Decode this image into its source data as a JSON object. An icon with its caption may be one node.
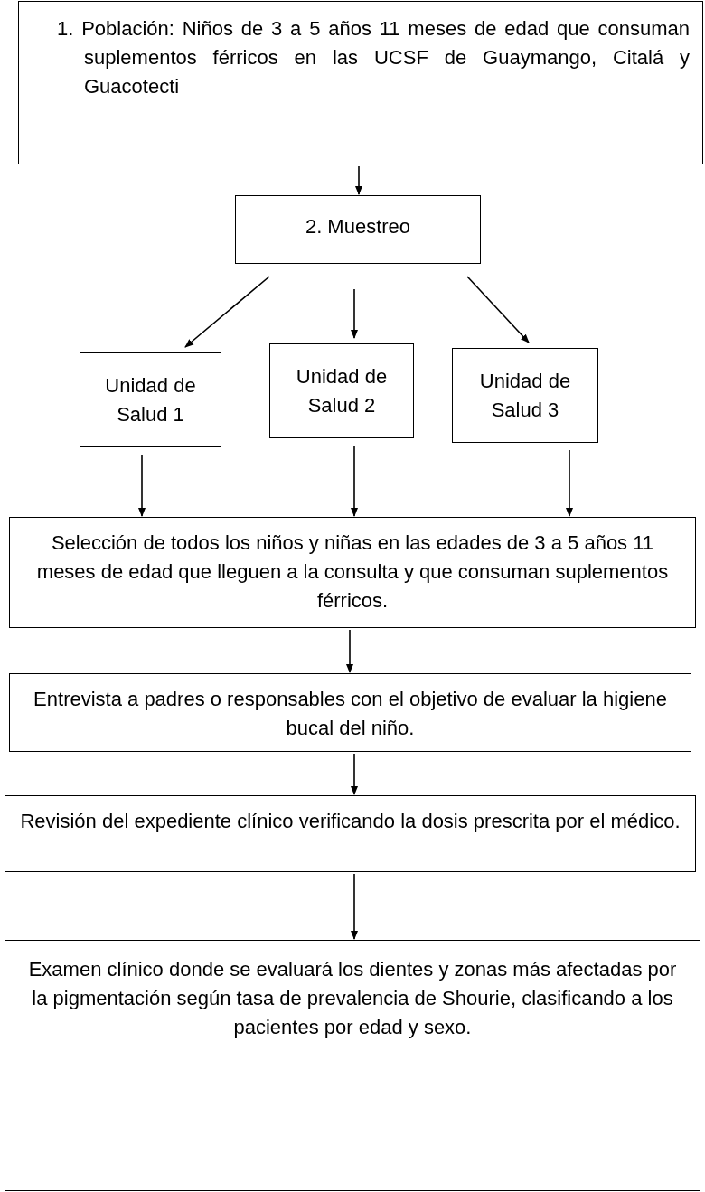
{
  "diagram": {
    "nodes": [
      {
        "text": [
          "1. Población: Niños de 3 a 5 años 11 meses de edad que consuman suplementos férricos en las UCSF de Guaymango, Citalá y Guacotecti"
        ]
      },
      {
        "text": [
          "2. Muestreo"
        ]
      },
      {
        "text": [
          "Unidad de Salud 1"
        ]
      },
      {
        "text": [
          "Unidad de Salud 2"
        ]
      },
      {
        "text": [
          "Unidad de Salud 3"
        ]
      },
      {
        "text": [
          "Selección de todos los niños y niñas en las edades de 3 a 5 años 11 meses de edad que lleguen a la consulta y que consuman suplementos férricos."
        ]
      },
      {
        "text": [
          "Entrevista a padres o responsables con el objetivo de evaluar la higiene bucal del niño."
        ]
      },
      {
        "text": [
          "Revisión del expediente clínico verificando la dosis prescrita por el médico."
        ]
      },
      {
        "text": [
          "Examen clínico donde se evaluará los dientes y zonas más afectadas por la pigmentación según tasa de prevalencia de Shourie, clasificando a los pacientes por edad y sexo."
        ]
      }
    ],
    "edges": [
      {
        "from": 0,
        "to": 1,
        "arrow": "to"
      },
      {
        "from": 1,
        "to": 2,
        "arrow": "to"
      },
      {
        "from": 1,
        "to": 3,
        "arrow": "to"
      },
      {
        "from": 1,
        "to": 4,
        "arrow": "to"
      },
      {
        "from": 2,
        "to": 5,
        "arrow": "to"
      },
      {
        "from": 3,
        "to": 5,
        "arrow": "to"
      },
      {
        "from": 4,
        "to": 5,
        "arrow": "to"
      },
      {
        "from": 5,
        "to": 6,
        "arrow": "to"
      },
      {
        "from": 6,
        "to": 7,
        "arrow": "to"
      },
      {
        "from": 7,
        "to": 8,
        "arrow": "to"
      }
    ]
  }
}
